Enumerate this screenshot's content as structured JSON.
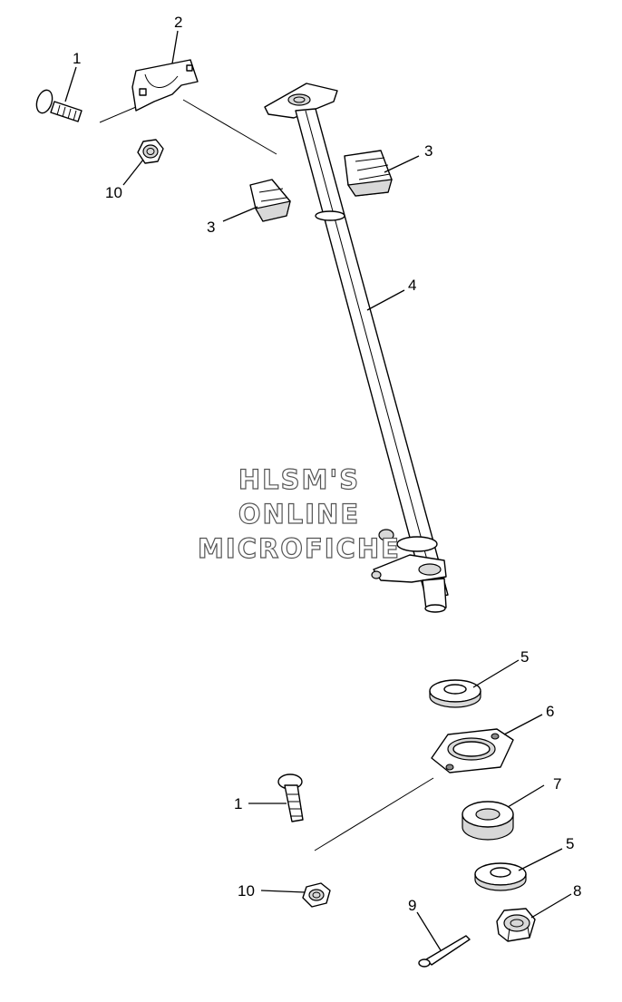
{
  "watermark": {
    "line1": "HLSM'S",
    "line2": "ONLINE",
    "line3": "MICROFICHE"
  },
  "callouts": {
    "c1_top": "1",
    "c2_top": "2",
    "c3_right": "3",
    "c3_left": "3",
    "c4": "4",
    "c10_top": "10",
    "c5_upper": "5",
    "c6": "6",
    "c7": "7",
    "c5_lower": "5",
    "c1_bottom": "1",
    "c10_bottom": "10",
    "c9": "9",
    "c8": "8"
  }
}
